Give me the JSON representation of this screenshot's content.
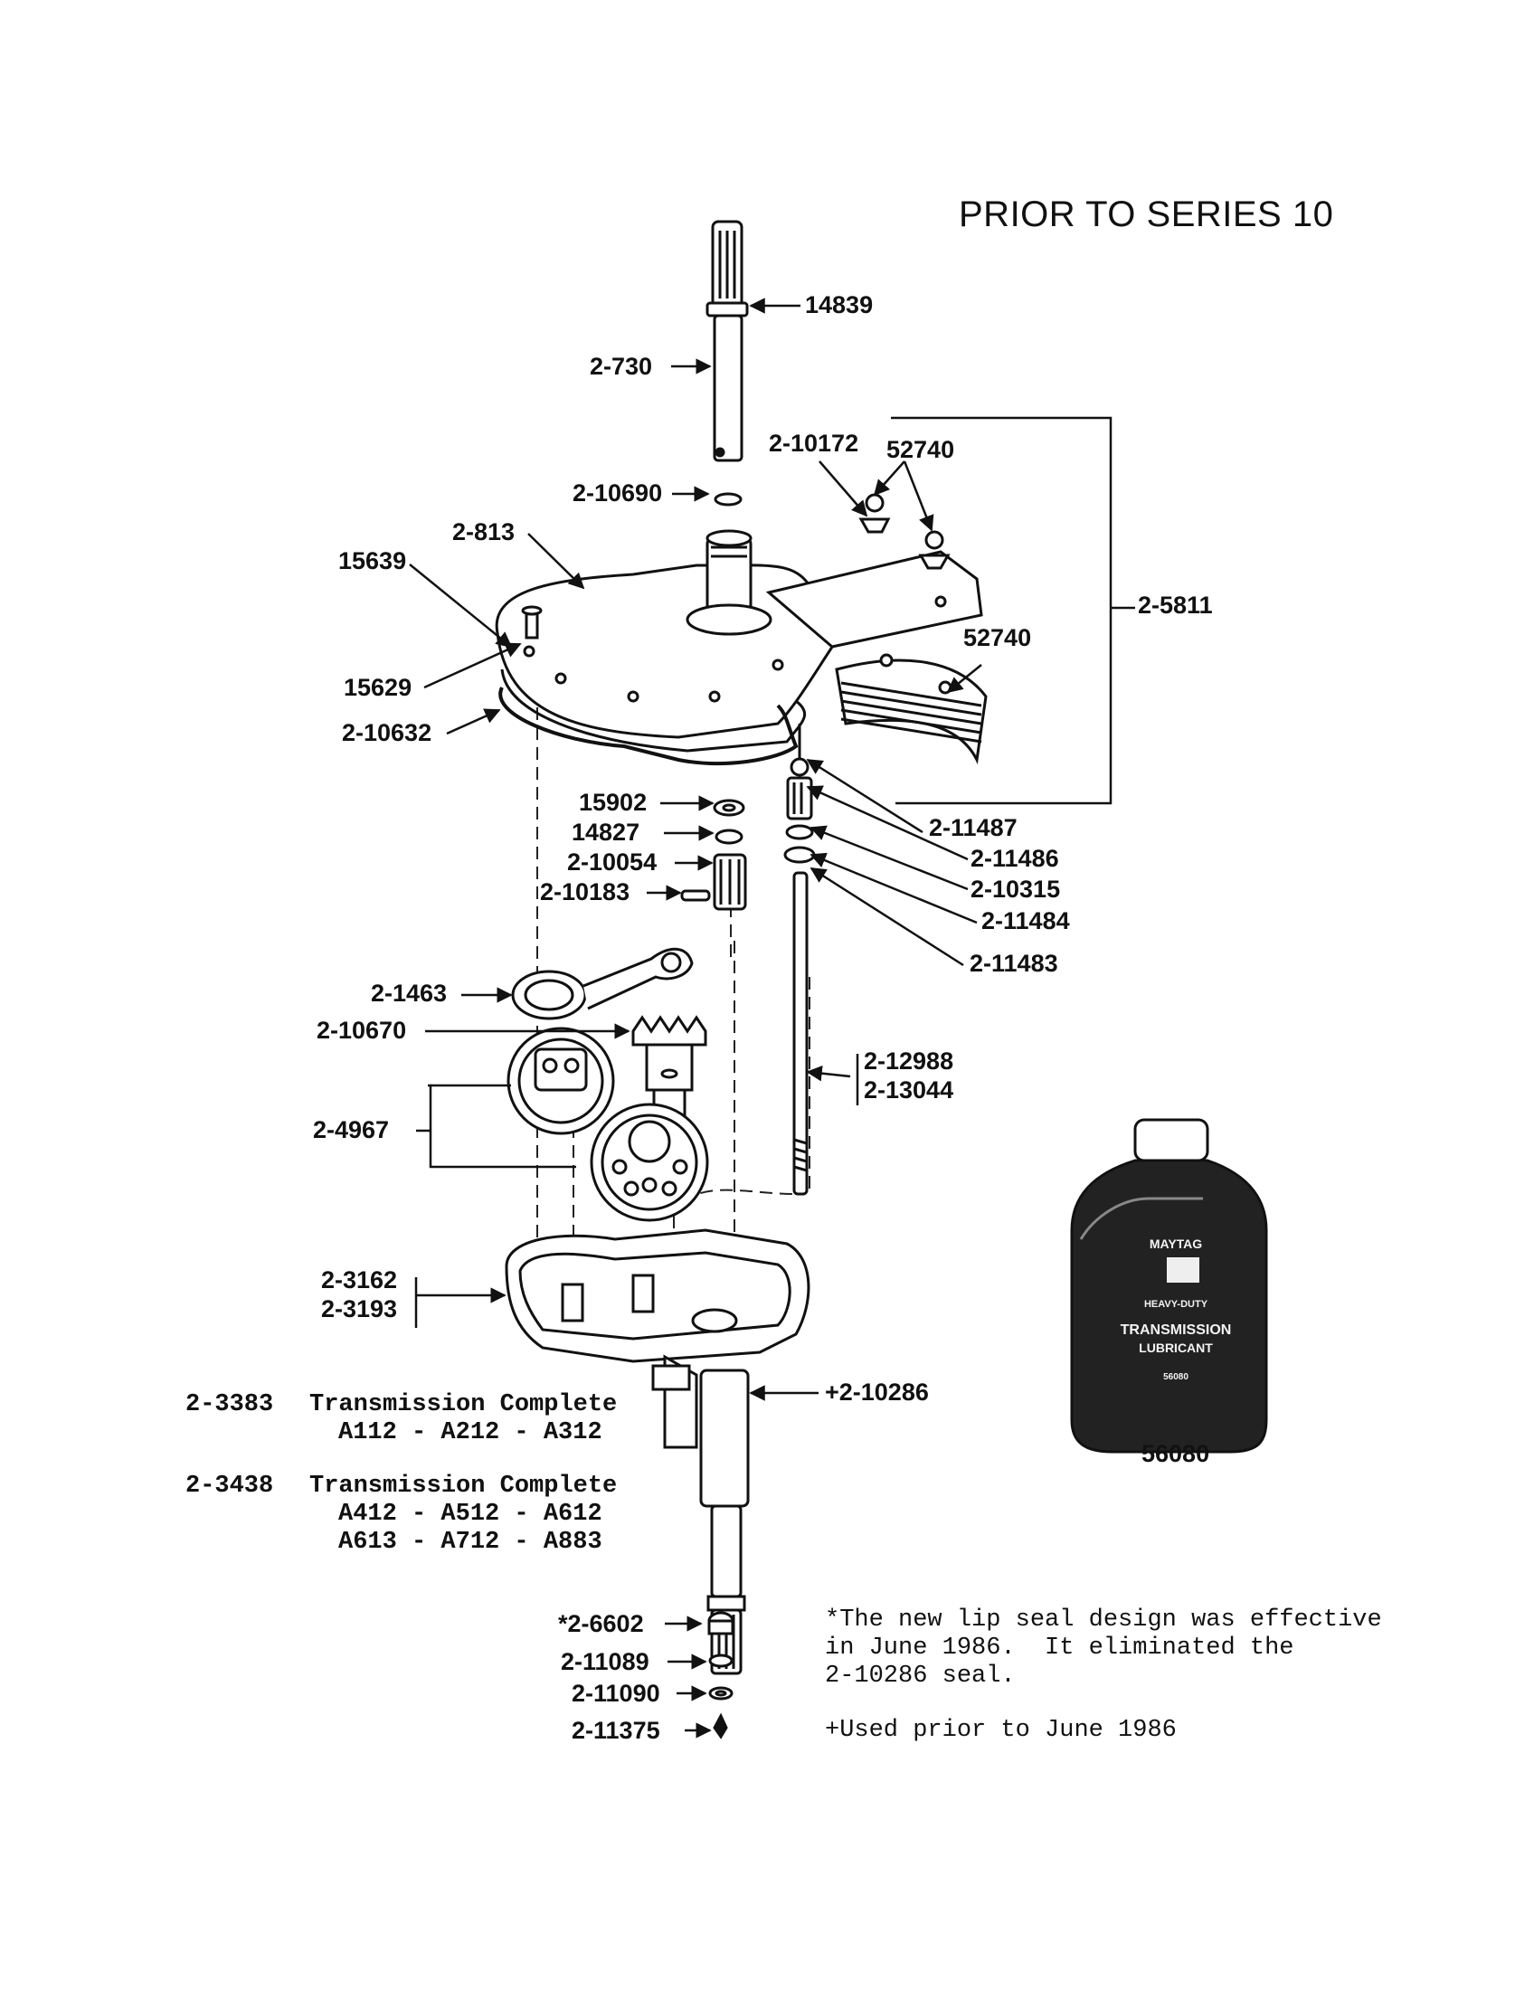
{
  "title": "PRIOR TO SERIES 10",
  "callouts": {
    "p14839": "14839",
    "p2_730": "2-730",
    "p2_10172": "2-10172",
    "p52740_top": "52740",
    "p2_10690": "2-10690",
    "p2_813": "2-813",
    "p15639": "15639",
    "p2_5811": "2-5811",
    "p52740_mid": "52740",
    "p15629": "15629",
    "p2_10632": "2-10632",
    "p15902": "15902",
    "p14827": "14827",
    "p2_10054": "2-10054",
    "p2_10183": "2-10183",
    "p2_11487": "2-11487",
    "p2_11486": "2-11486",
    "p2_10315": "2-10315",
    "p2_11484": "2-11484",
    "p2_11483": "2-11483",
    "p2_1463": "2-1463",
    "p2_10670": "2-10670",
    "p2_12988": "2-12988",
    "p2_13044": "2-13044",
    "p2_4967": "2-4967",
    "p2_3162": "2-3162",
    "p2_3193": "2-3193",
    "p2_10286": "+2-10286",
    "p56080": "56080",
    "p2_6602": "*2-6602",
    "p2_11089": "2-11089",
    "p2_11090": "2-11090",
    "p2_11375": "2-11375"
  },
  "assemblies": [
    {
      "part": "2-3383",
      "description": "Transmission Complete",
      "models": [
        "A112 - A212 - A312"
      ]
    },
    {
      "part": "2-3438",
      "description": "Transmission Complete",
      "models": [
        "A412 - A512 - A612",
        "A613 - A712 - A883"
      ]
    }
  ],
  "bottle": {
    "brand": "MAYTAG",
    "line1": "HEAVY-DUTY",
    "line2": "TRANSMISSION",
    "line3": "LUBRICANT",
    "line4": "56080"
  },
  "notes": {
    "lip_seal": [
      "*The new lip seal design was effective",
      "in June 1986.  It eliminated the",
      "2-10286 seal."
    ],
    "used_prior": "+Used prior to June 1986"
  }
}
